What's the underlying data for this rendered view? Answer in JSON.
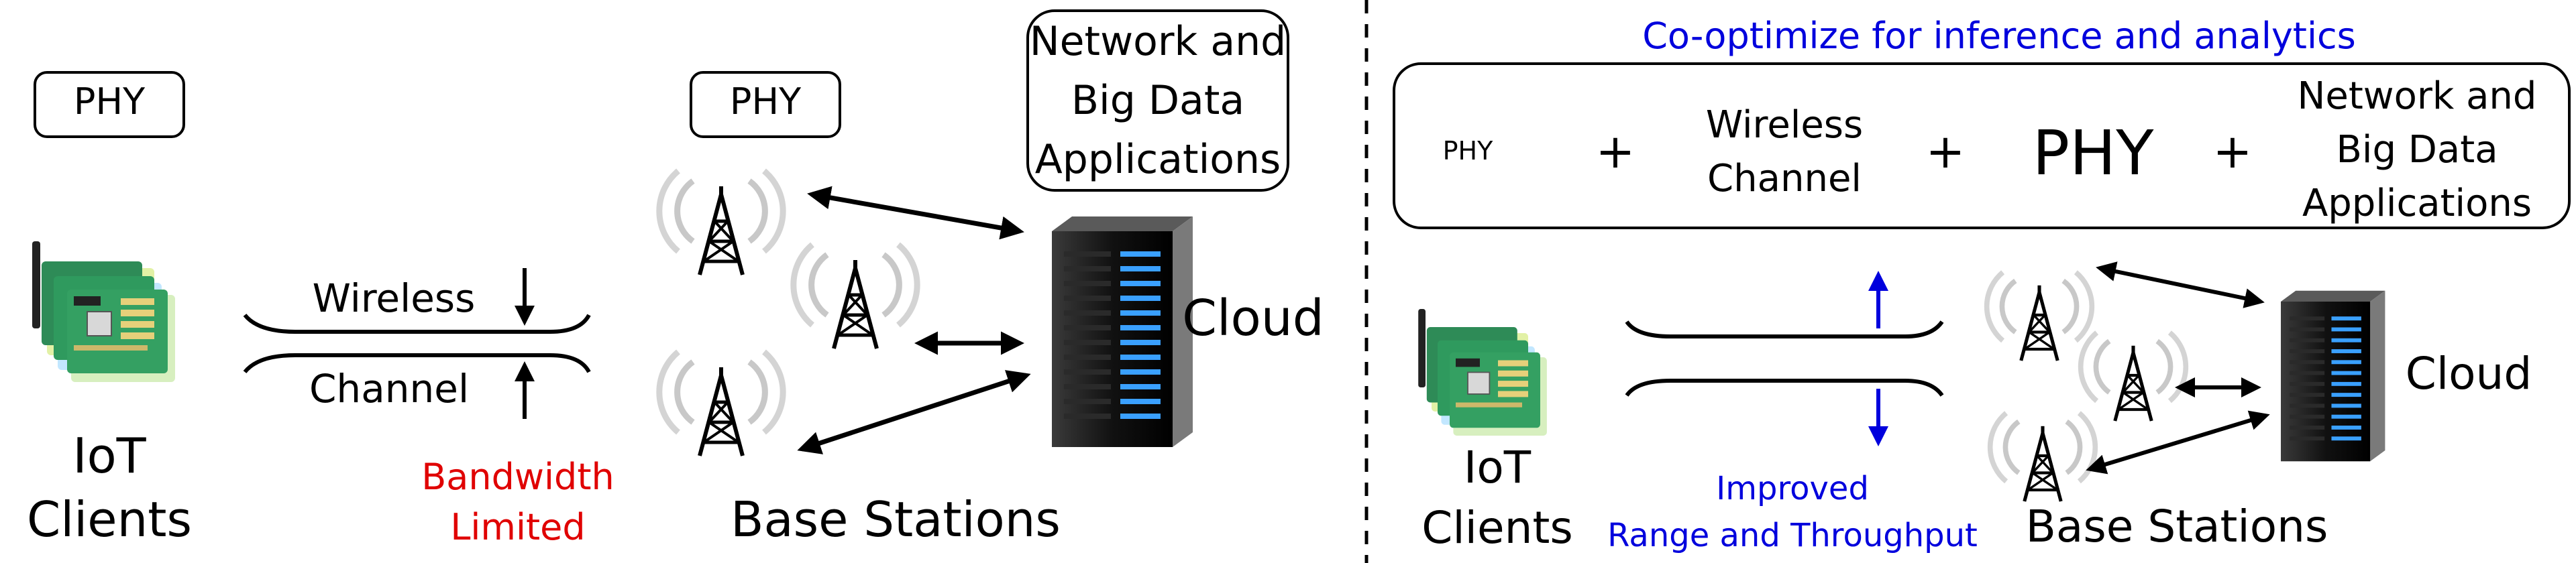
{
  "left": {
    "phy_client": "PHY",
    "phy_station": "PHY",
    "network_box": [
      "Network and",
      "Big Data",
      "Applications"
    ],
    "channel_top": "Wireless",
    "channel_bottom": "Channel",
    "bandwidth": [
      "Bandwidth",
      "Limited"
    ],
    "clients": [
      "IoT",
      "Clients"
    ],
    "stations": "Base Stations",
    "cloud": "Cloud"
  },
  "right": {
    "heading": "Co-optimize for inference and analytics",
    "pipeline": {
      "phy_small": "PHY",
      "plus": "+",
      "wireless_channel": [
        "Wireless",
        "Channel"
      ],
      "phy_large": "PHY",
      "network_apps": [
        "Network and",
        "Big Data",
        "Applications"
      ]
    },
    "clients": [
      "IoT",
      "Clients"
    ],
    "improved": [
      "Improved",
      "Range and Throughput"
    ],
    "stations": "Base Stations",
    "cloud": "Cloud"
  },
  "colors": {
    "accent_blue": "#0000dd",
    "alert_red": "#e00000",
    "board_green": "#2e8b57",
    "server_dark": "#1a1a1a",
    "server_led": "#3aa0ff"
  }
}
